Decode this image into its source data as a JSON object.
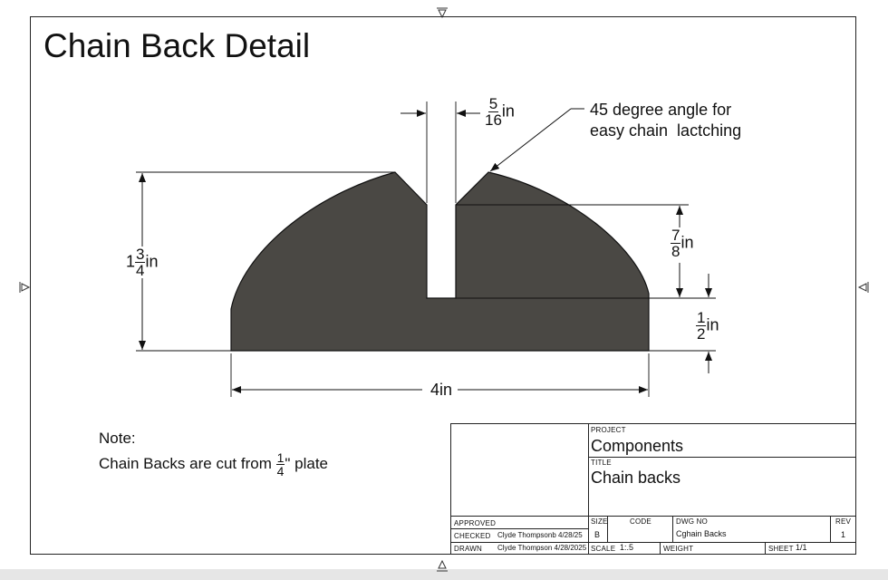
{
  "title": "Chain Back Detail",
  "callout": {
    "line1": "45 degree angle for",
    "line2": "easy chain  lactching"
  },
  "dimensions": {
    "slot_width": {
      "num": "5",
      "den": "16",
      "unit": "in"
    },
    "height": {
      "whole": "1",
      "num": "3",
      "den": "4",
      "unit": "in"
    },
    "slot_depth": {
      "num": "7",
      "den": "8",
      "unit": "in"
    },
    "base_height": {
      "num": "1",
      "den": "2",
      "unit": "in"
    },
    "width": "4in"
  },
  "note": {
    "label": "Note:",
    "text_before": "Chain Backs are cut from ",
    "frac_num": "1",
    "frac_den": "4",
    "text_after": "\" plate"
  },
  "title_block": {
    "project_caption": "PROJECT",
    "project": "Components",
    "title_caption": "TITLE",
    "title": "Chain backs",
    "approved_caption": "APPROVED",
    "checked_caption": "CHECKED",
    "checked_value": "Clyde Thompsonb  4/28/25",
    "drawn_caption": "DRAWN",
    "drawn_value": "Clyde Thompson 4/28/2025",
    "size_caption": "SIZE",
    "size": "B",
    "code_caption": "CODE",
    "dwg_caption": "DWG NO",
    "dwg": "Cghain Backs",
    "rev_caption": "REV",
    "rev": "1",
    "scale_caption": "SCALE",
    "scale": "1:.5",
    "weight_caption": "WEIGHT",
    "sheet_caption": "SHEET",
    "sheet": "1/1"
  },
  "colors": {
    "part_fill": "#4a4844",
    "line": "#111111"
  }
}
